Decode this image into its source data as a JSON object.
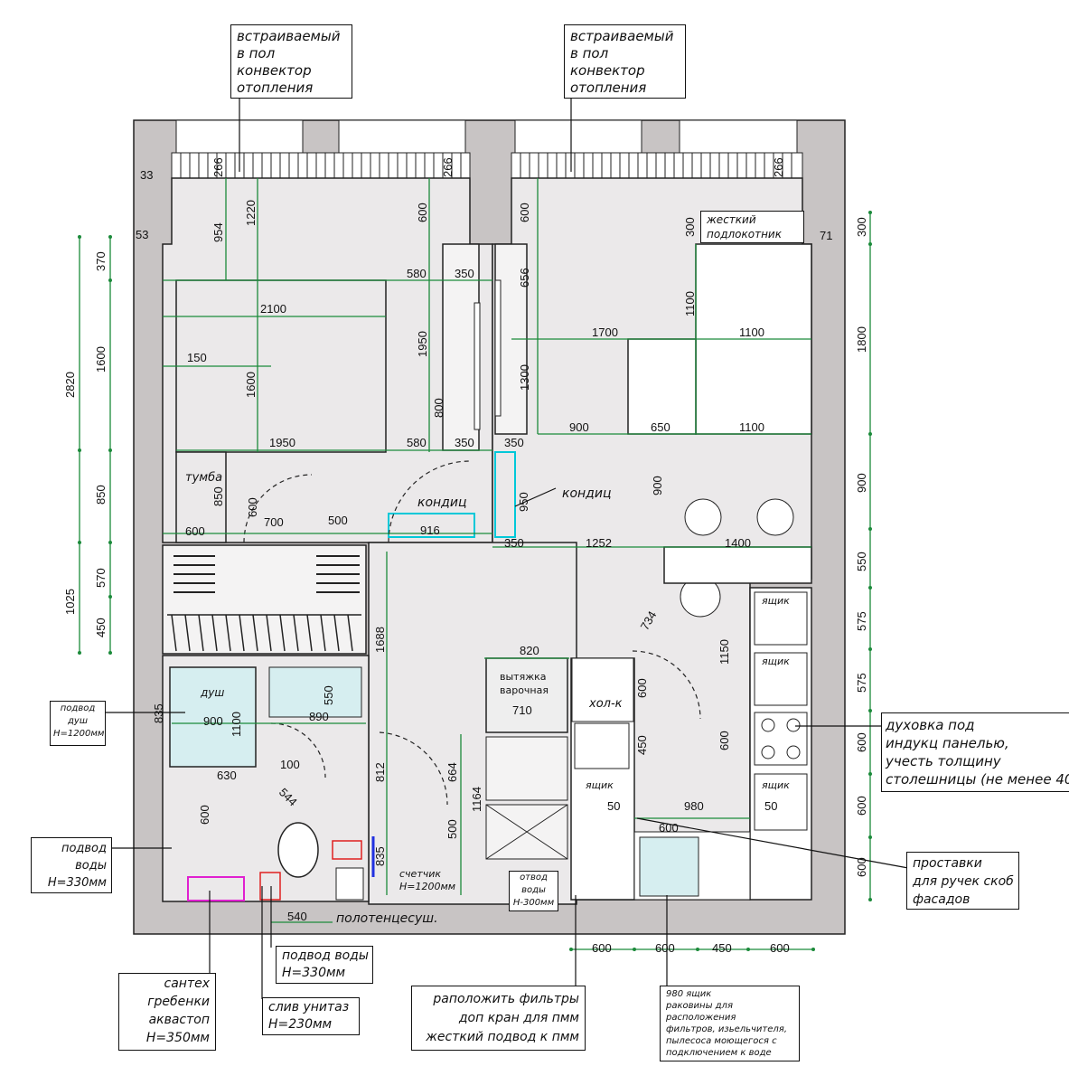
{
  "callouts": {
    "convector_left": [
      "встраиваемый",
      "в пол",
      "конвектор",
      "отопления"
    ],
    "convector_right": [
      "встраиваемый",
      "в пол",
      "конвектор",
      "отопления"
    ],
    "armrest": [
      "жесткий",
      "подлокотник"
    ],
    "shower_supply": [
      "подвод",
      "душ",
      "H=1200мм"
    ],
    "water_supply_left": [
      "подвод",
      "воды",
      "H=330мм"
    ],
    "oven": [
      "духовка под",
      "индукц панелью,",
      "учесть толщину",
      "столешницы (не менее 40"
    ],
    "handle_spacers": [
      "проставки",
      "для ручек скоб",
      "фасадов"
    ],
    "drain": [
      "отвод",
      "воды",
      "H-300мм"
    ],
    "combs": [
      "сантех",
      "гребенки",
      "аквастоп",
      "H=350мм"
    ],
    "water_supply_wc": [
      "подвод воды",
      "H=330мм"
    ],
    "wc_drain": [
      "слив унитаз",
      "H=230мм"
    ],
    "filters": [
      "раположить фильтры",
      "доп кран для пмм",
      "жесткий подвод к пмм"
    ],
    "sink_cabinet": [
      "980 ящик",
      "раковины для",
      "расположения",
      "фильтров, изьельчителя,",
      "пылесоса моющегося с",
      "подключением к воде"
    ],
    "towel_dryer": "полотенцесуш.",
    "meter": [
      "счетчик",
      "H=1200мм"
    ]
  },
  "labels": {
    "tumba": "тумба",
    "kondic_1": "кондиц",
    "kondic_2": "кондиц",
    "shower": "душ",
    "hood": [
      "вытяжка",
      "варочная"
    ],
    "fridge": "хол-к",
    "drawer": "ящик"
  },
  "dimensions": {
    "left_vertical_outer": [
      "2820",
      "1025"
    ],
    "left_vertical_inner": [
      "370",
      "1600",
      "850",
      "570",
      "450"
    ],
    "right_vertical": [
      "300",
      "1800",
      "900",
      "550",
      "575",
      "575",
      "600",
      "600",
      "600"
    ],
    "bottom": [
      "600",
      "600",
      "450",
      "600"
    ],
    "bedroom": [
      "33",
      "53",
      "266",
      "954",
      "1220",
      "600",
      "266",
      "580",
      "350",
      "2100",
      "150",
      "1600",
      "1950",
      "800",
      "1950",
      "580",
      "350",
      "600",
      "850",
      "600",
      "700",
      "500",
      "916"
    ],
    "living": [
      "266",
      "600",
      "656",
      "1300",
      "300",
      "71",
      "1100",
      "1700",
      "1100",
      "900",
      "650",
      "1100",
      "350",
      "950",
      "350",
      "1252",
      "900",
      "1400"
    ],
    "hall": [
      "1688",
      "812",
      "835",
      "664",
      "1164",
      "500",
      "734",
      "1150",
      "820",
      "710",
      "600",
      "450",
      "600",
      "50",
      "980",
      "50",
      "600"
    ],
    "bath": [
      "835",
      "900",
      "1100",
      "550",
      "890",
      "630",
      "100",
      "544",
      "600",
      "540"
    ]
  }
}
